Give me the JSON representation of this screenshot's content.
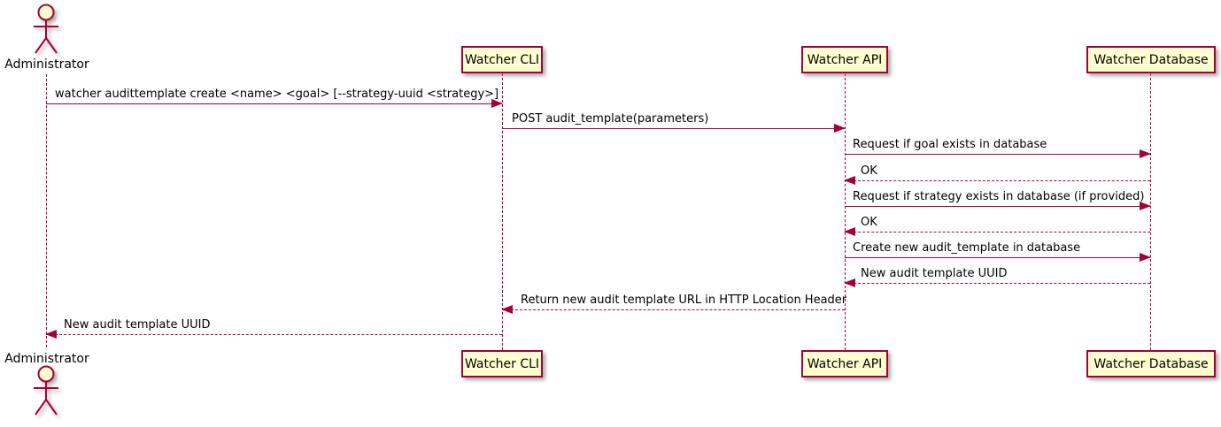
{
  "diagram": {
    "type": "sequence",
    "actor": {
      "name": "Administrator"
    },
    "participants": [
      {
        "label": "Watcher CLI"
      },
      {
        "label": "Watcher API"
      },
      {
        "label": "Watcher Database"
      }
    ],
    "colors": {
      "participant_fill": "#FEFECE",
      "line_color": "#A80036",
      "text_color": "#000000",
      "background": "#FFFFFF"
    },
    "messages": [
      {
        "from": "Administrator",
        "to": "Watcher CLI",
        "line": "solid",
        "direction": "right",
        "text": "watcher audittemplate create <name> <goal> [--strategy-uuid <strategy>]"
      },
      {
        "from": "Watcher CLI",
        "to": "Watcher API",
        "line": "solid",
        "direction": "right",
        "text": "POST audit_template(parameters)"
      },
      {
        "from": "Watcher API",
        "to": "Watcher Database",
        "line": "solid",
        "direction": "right",
        "text": "Request if goal exists in database"
      },
      {
        "from": "Watcher Database",
        "to": "Watcher API",
        "line": "dashed",
        "direction": "left",
        "text": "OK"
      },
      {
        "from": "Watcher API",
        "to": "Watcher Database",
        "line": "solid",
        "direction": "right",
        "text": "Request if strategy exists in database (if provided)"
      },
      {
        "from": "Watcher Database",
        "to": "Watcher API",
        "line": "dashed",
        "direction": "left",
        "text": "OK"
      },
      {
        "from": "Watcher API",
        "to": "Watcher Database",
        "line": "solid",
        "direction": "right",
        "text": "Create new audit_template in database"
      },
      {
        "from": "Watcher Database",
        "to": "Watcher API",
        "line": "dashed",
        "direction": "left",
        "text": "New audit template UUID"
      },
      {
        "from": "Watcher API",
        "to": "Watcher CLI",
        "line": "dashed",
        "direction": "left",
        "text": "Return new audit template URL in HTTP Location Header"
      },
      {
        "from": "Watcher CLI",
        "to": "Administrator",
        "line": "dashed",
        "direction": "left",
        "text": "New audit template UUID"
      }
    ]
  }
}
